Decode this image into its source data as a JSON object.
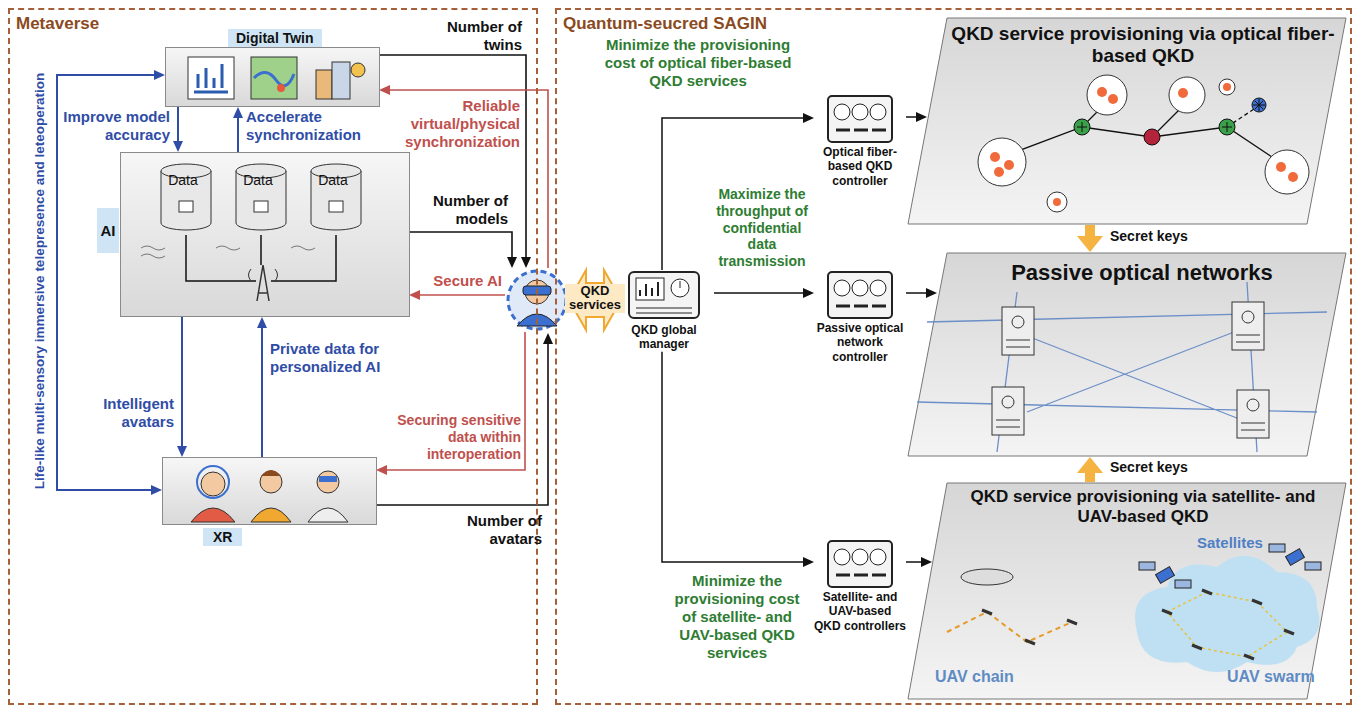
{
  "diagram": {
    "nodes": [
      {
        "text": [
          "Metaverse"
        ]
      },
      {
        "text": [
          "Digital Twin"
        ],
        "in": 0
      },
      {
        "text": [
          "AI"
        ],
        "in": 0
      },
      {
        "text": [
          "XR"
        ],
        "in": 0
      },
      {
        "text": [
          "Quantum-seucred SAGIN"
        ]
      },
      {
        "text": [
          "QKD global manager"
        ],
        "in": 4
      },
      {
        "text": [
          "Optical fiber-based QKD controller"
        ],
        "in": 4
      },
      {
        "text": [
          "Passive optical network controller"
        ],
        "in": 4
      },
      {
        "text": [
          "Satellite- and UAV-based QKD controllers"
        ],
        "in": 4
      },
      {
        "text": [
          "QKD service provisioning via optical fiber-based QKD"
        ],
        "in": 4
      },
      {
        "text": [
          "Passive optical networks"
        ],
        "in": 4
      },
      {
        "text": [
          "QKD service provisioning via satellite- and UAV-based QKD",
          "Satellites",
          "UAV chain",
          "UAV swarm"
        ],
        "in": 4
      }
    ],
    "edges": [
      {
        "from": 1,
        "to": 2,
        "arrow": "to",
        "label": "Improve model accuracy"
      },
      {
        "from": 2,
        "to": 1,
        "arrow": "to",
        "label": "Accelerate synchronization"
      },
      {
        "from": 2,
        "to": 3,
        "arrow": "to",
        "label": "Intelligent avatars"
      },
      {
        "from": 3,
        "to": 2,
        "arrow": "to",
        "label": "Private data for personalized AI"
      },
      {
        "from": 1,
        "to": 3,
        "arrow": "both",
        "label": "Life-like multi-sensory immersive telepresence and leteoperation"
      },
      {
        "from": 5,
        "to": 6,
        "arrow": "to",
        "label": "Minimize the provisioning cost of optical fiber-based QKD services"
      },
      {
        "from": 5,
        "to": 7,
        "arrow": "to",
        "label": "Maximize the throughput of confidential data transmission"
      },
      {
        "from": 5,
        "to": 8,
        "arrow": "to",
        "label": "Minimize the provisioning cost of satellite- and UAV-based QKD services"
      },
      {
        "from": 6,
        "to": 9,
        "arrow": "to"
      },
      {
        "from": 7,
        "to": 10,
        "arrow": "to"
      },
      {
        "from": 8,
        "to": 11,
        "arrow": "to"
      },
      {
        "from": 9,
        "to": 10,
        "arrow": "to",
        "label": "Secret keys"
      },
      {
        "from": 11,
        "to": 10,
        "arrow": "to",
        "label": "Secret keys"
      }
    ],
    "labels": [
      "Number of twins",
      "Number of models",
      "Number of avatars",
      "Reliable virtual/physical synchronization",
      "Secure AI",
      "Securing sensitive data within interoperation",
      "QKD services",
      "Data",
      "Data",
      "Data"
    ]
  }
}
